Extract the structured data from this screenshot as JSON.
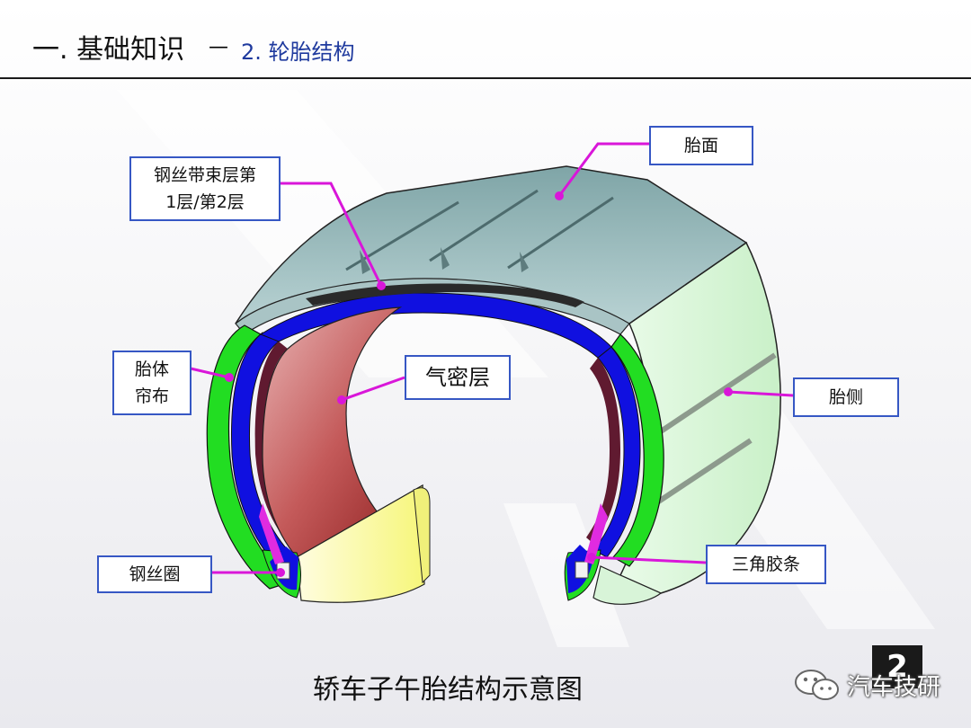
{
  "header": {
    "title": "一. 基础知识",
    "dash": "—",
    "subtitle": "2. 轮胎结构"
  },
  "labels": {
    "tread": "胎面",
    "belt_line1": "钢丝带束层第",
    "belt_line2": "1层/第2层",
    "carcass_line1": "胎体",
    "carcass_line2": "帘布",
    "inner_liner": "气密层",
    "sidewall": "胎侧",
    "bead_wire": "钢丝圈",
    "apex": "三角胶条"
  },
  "caption": "轿车子午胎结构示意图",
  "brand": "汽车技研",
  "badge": "2",
  "colors": {
    "tread": "#8fb3b4",
    "sidewall": "#dff7de",
    "carcass": "#1010e0",
    "belt": "#2a2a2a",
    "green_layer": "#22dd22",
    "inner_liner": "#b84848",
    "leader": "#d916d9",
    "label_border": "#3657c4",
    "bead_fill": "#ffffa8"
  }
}
